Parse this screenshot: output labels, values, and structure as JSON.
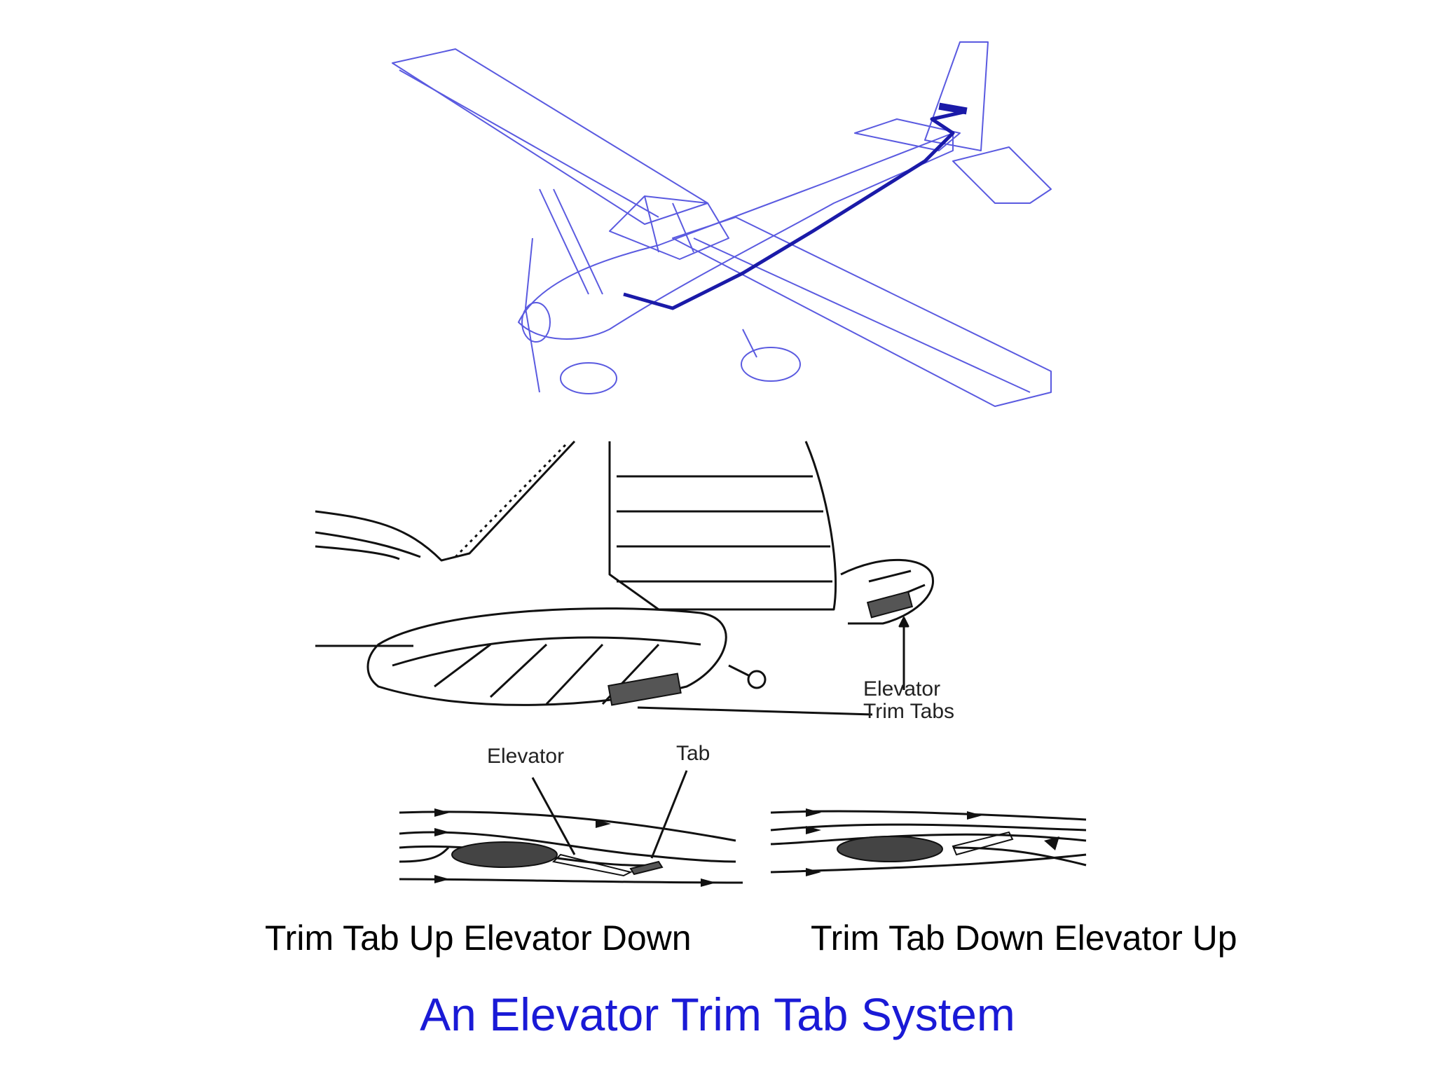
{
  "labels": {
    "elevator_trim_tabs_line1": "Elevator",
    "elevator_trim_tabs_line2": "Trim Tabs",
    "elevator": "Elevator",
    "tab": "Tab"
  },
  "captions": {
    "left": "Trim Tab Up Elevator Down",
    "right": "Trim Tab Down Elevator Up"
  },
  "title": "An Elevator Trim Tab System",
  "colors": {
    "airplane_line": "#5a5ae0",
    "cable": "#1a1aa8",
    "title": "#1a1ad6",
    "ink": "#111111",
    "tab_fill": "#555555"
  }
}
